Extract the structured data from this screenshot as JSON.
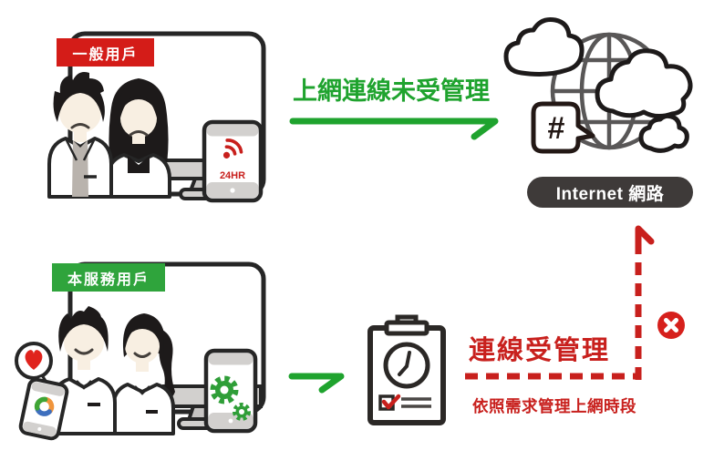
{
  "colors": {
    "green": "#1fa32e",
    "green_badge": "#2fa43c",
    "red": "#c8201d",
    "red_badge": "#d41c18",
    "outline": "#262626",
    "globe_gray": "#595757",
    "pill_bg": "#3e3a39"
  },
  "scenes": {
    "general": {
      "badge": "一般用戶",
      "phone_text": "24HR"
    },
    "managed": {
      "badge": "本服務用戶"
    }
  },
  "flows": {
    "unmanaged": {
      "label": "上網連線未受管理"
    },
    "managed": {
      "label": "連線受管理",
      "note": "依照需求管理上網時段"
    }
  },
  "internet": {
    "label": "Internet 網路",
    "bubble_symbol": "#"
  }
}
